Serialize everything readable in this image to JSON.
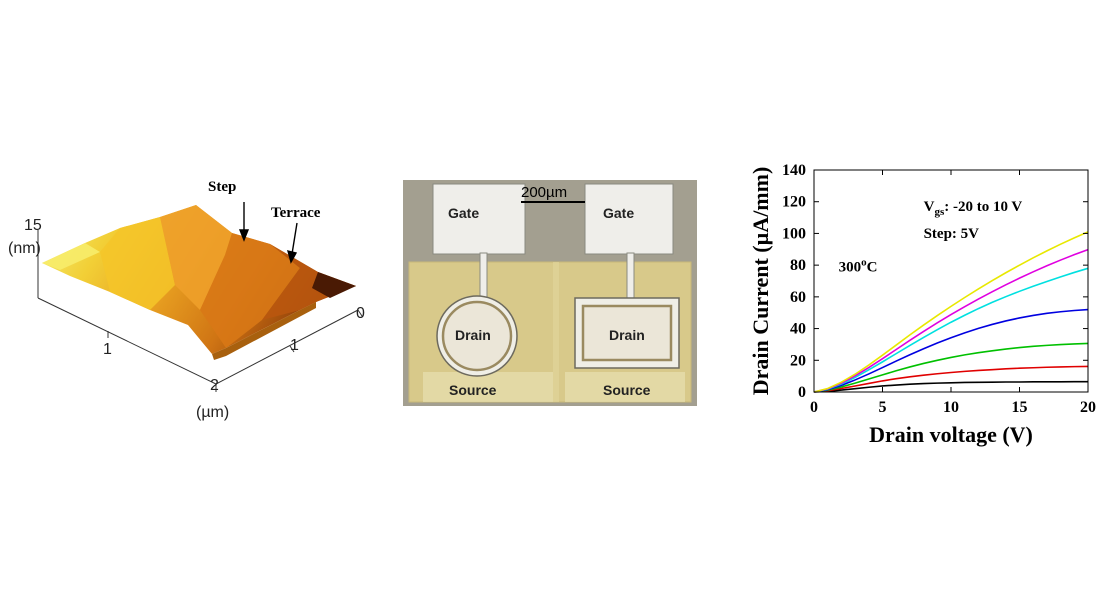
{
  "afm": {
    "z_tick": "15",
    "z_unit": "(nm)",
    "label_step": "Step",
    "label_terrace": "Terrace",
    "x_ticks": [
      "1",
      "2"
    ],
    "y_ticks": [
      "0",
      "1"
    ],
    "xy_unit": "(µm)"
  },
  "micrograph": {
    "scale_bar": "200µm",
    "left_device": {
      "gate": "Gate",
      "drain": "Drain",
      "source": "Source"
    },
    "right_device": {
      "gate": "Gate",
      "drain": "Drain",
      "source": "Source"
    }
  },
  "chart_data": {
    "type": "line",
    "xlabel": "Drain voltage (V)",
    "ylabel": "Drain Current (µA/mm)",
    "xlim": [
      0,
      20
    ],
    "ylim": [
      0,
      140
    ],
    "x_ticks": [
      0,
      5,
      10,
      15,
      20
    ],
    "y_ticks": [
      0,
      20,
      40,
      60,
      80,
      100,
      120,
      140
    ],
    "annotations": {
      "vgs_main": "V",
      "vgs_sub": "gs",
      "vgs_rest": ": -20 to 10 V",
      "step": "Step: 5V",
      "temp_main": "300",
      "temp_sup": "o",
      "temp_rest": "C"
    },
    "x": [
      0,
      1,
      2,
      3,
      4,
      5,
      6,
      7,
      8,
      9,
      10,
      11,
      12,
      13,
      14,
      15,
      16,
      17,
      18,
      19,
      20
    ],
    "series": [
      {
        "color": "#000000",
        "values": [
          0,
          0.4,
          1.2,
          2.1,
          3.0,
          3.8,
          4.4,
          4.9,
          5.3,
          5.6,
          5.8,
          6.0,
          6.1,
          6.2,
          6.3,
          6.3,
          6.4,
          6.4,
          6.4,
          6.5,
          6.5
        ]
      },
      {
        "color": "#e00000",
        "values": [
          0,
          0.8,
          2.2,
          3.8,
          5.4,
          7.0,
          8.4,
          9.6,
          10.6,
          11.5,
          12.3,
          13.0,
          13.6,
          14.1,
          14.6,
          15.0,
          15.3,
          15.6,
          15.8,
          16.0,
          16.1
        ]
      },
      {
        "color": "#00c000",
        "values": [
          0,
          1.2,
          3.2,
          5.6,
          8.2,
          10.8,
          13.4,
          15.8,
          18.0,
          20.0,
          21.8,
          23.4,
          24.8,
          26.0,
          27.1,
          28.0,
          28.8,
          29.4,
          29.9,
          30.3,
          30.6
        ]
      },
      {
        "color": "#0000e0",
        "values": [
          0,
          1.5,
          4.2,
          7.6,
          11.4,
          15.4,
          19.5,
          23.5,
          27.3,
          30.9,
          34.2,
          37.3,
          40.1,
          42.6,
          44.8,
          46.7,
          48.3,
          49.6,
          50.6,
          51.4,
          52.0
        ]
      },
      {
        "color": "#00e0e0",
        "values": [
          0,
          1.8,
          5.0,
          9.2,
          14.0,
          19.0,
          24.2,
          29.4,
          34.4,
          39.3,
          44.0,
          48.4,
          52.6,
          56.5,
          60.1,
          63.5,
          66.7,
          69.7,
          72.6,
          75.4,
          78.0
        ]
      },
      {
        "color": "#e000e0",
        "values": [
          0,
          2.0,
          5.6,
          10.2,
          15.4,
          21.0,
          26.8,
          32.6,
          38.2,
          43.6,
          48.8,
          53.8,
          58.6,
          63.2,
          67.6,
          71.8,
          75.8,
          79.6,
          83.2,
          86.6,
          89.8
        ]
      },
      {
        "color": "#e8e800",
        "values": [
          0,
          2.2,
          6.2,
          11.2,
          17.0,
          23.2,
          29.6,
          36.0,
          42.2,
          48.2,
          54.0,
          59.6,
          65.0,
          70.2,
          75.2,
          80.0,
          84.6,
          89.0,
          93.2,
          97.2,
          101.0
        ]
      }
    ]
  }
}
